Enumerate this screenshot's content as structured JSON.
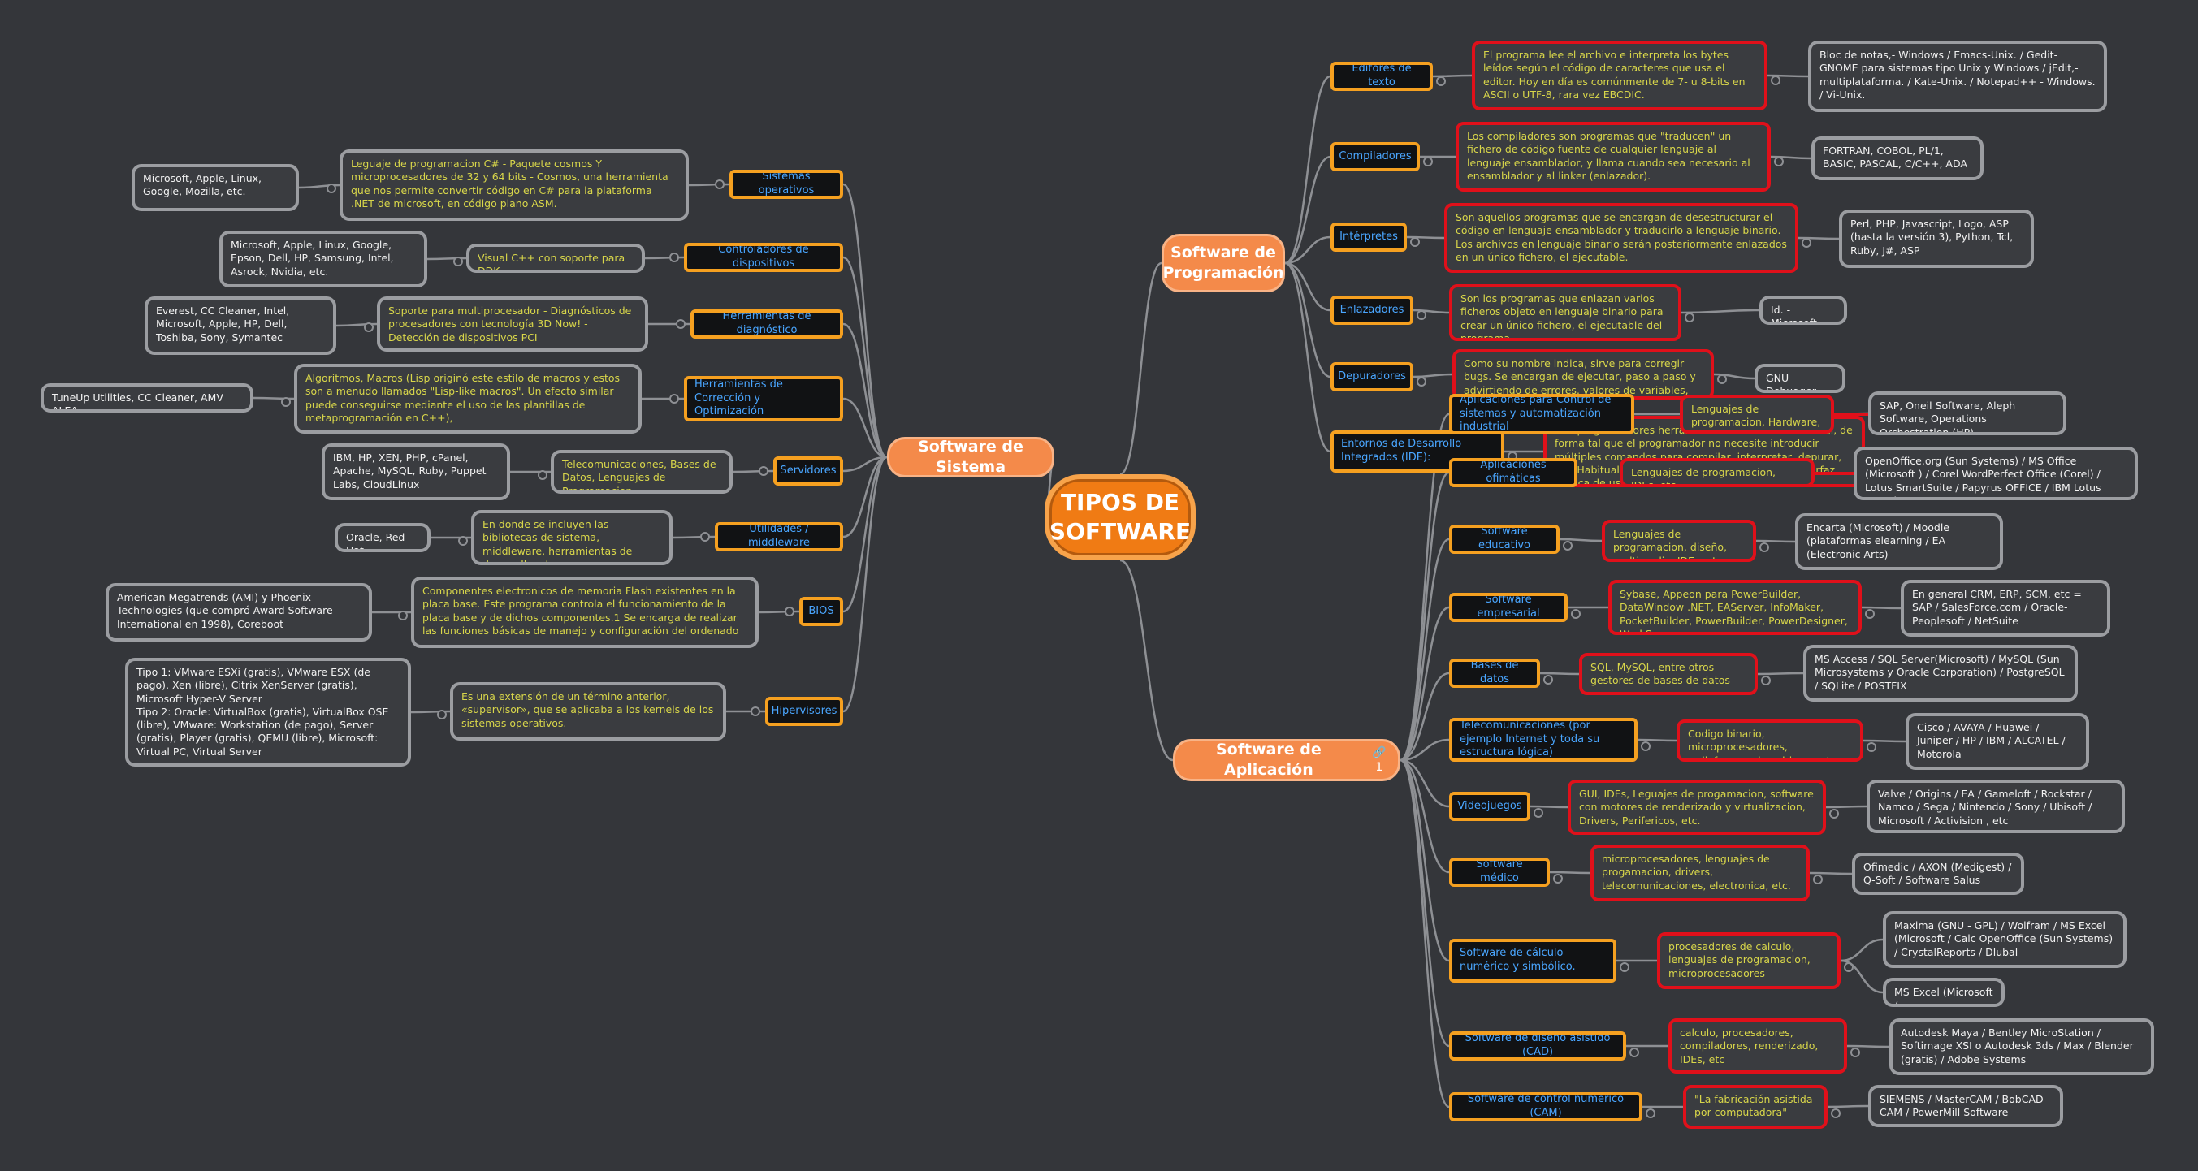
{
  "central": "TIPOS DE SOFTWARE",
  "branches": {
    "programacion": "Software de Programación",
    "sistema": "Software de Sistema",
    "aplicacion": "Software de Aplicación",
    "aplicacion_badge": "🔗 1"
  },
  "sistema": [
    {
      "cat": "Sistemas operativos",
      "desc": "Leguaje de programacion C# - Paquete cosmos  Y microprocesadores de 32 y 64 bits - Cosmos, una herramienta que nos permite convertir código en C# para la plataforma .NET de microsoft, en código plano ASM.",
      "ex": "Microsoft, Apple, Linux, Google, Mozilla, etc."
    },
    {
      "cat": "Controladores de dispositivos",
      "desc": "Visual C++ con soporte para DDK",
      "ex": "Microsoft, Apple, Linux, Google, Epson, Dell, HP, Samsung, Intel, Asrock, Nvidia, etc."
    },
    {
      "cat": "Herramientas de diagnóstico",
      "desc": "Soporte para multiprocesador - Diagnósticos de procesadores con tecnología 3D Now! -Detección de dispositivos PCI",
      "ex": "Everest, CC Cleaner, Intel, Microsoft, Apple, HP, Dell, Toshiba, Sony, Symantec"
    },
    {
      "cat": "Herramientas de Corrección y Optimización",
      "desc": "Algoritmos, Macros (Lisp originó este estilo de macros y estos son a menudo llamados \"Lisp-like macros\". Un efecto similar puede conseguirse mediante el uso de las plantillas de metaprogramación en C++),",
      "ex": "TuneUp Utilities, CC Cleaner,  AMV ALEA"
    },
    {
      "cat": "Servidores",
      "desc": "Telecomunicaciones, Bases de Datos, Lenguajes de Programacion",
      "ex": "IBM, HP, XEN, PHP, cPanel, Apache, MySQL, Ruby, Puppet Labs, CloudLinux"
    },
    {
      "cat": "Utilidades / middleware",
      "desc": "En donde se incluyen las bibliotecas de sistema, middleware, herramientas de desarrollo, etc.",
      "ex": "Oracle, Red Hat"
    },
    {
      "cat": "BIOS",
      "desc": "Componentes electronicos de memoria Flash existentes en la placa base. Este programa controla el funcionamiento de la placa base y de dichos componentes.1 Se encarga de realizar las funciones básicas de manejo y configuración del ordenado",
      "ex": "American Megatrends (AMI) y Phoenix Technologies (que compró Award Software International en 1998), Coreboot"
    },
    {
      "cat": "Hipervisores",
      "desc": "Es una extensión de un término anterior, «supervisor», que se aplicaba a los kernels de los sistemas operativos.",
      "ex": "Tipo 1: VMware ESXi (gratis), VMware ESX (de pago), Xen (libre), Citrix XenServer (gratis), Microsoft Hyper-V Server\nTipo 2: Oracle: VirtualBox (gratis), VirtualBox OSE (libre), VMware: Workstation (de pago), Server (gratis), Player (gratis), QEMU (libre), Microsoft: Virtual PC, Virtual Server"
    }
  ],
  "programacion": [
    {
      "cat": "Editores de texto",
      "desc": "El programa lee el archivo e interpreta los bytes leídos según el código de caracteres que usa el editor. Hoy en día es comúnmente de 7- u 8-bits en ASCII o UTF-8, rara vez EBCDIC.",
      "ex": "Bloc de notas,- Windows / Emacs-Unix. / Gedit-GNOME para sistemas tipo Unix y Windows / jEdit,-multiplataforma. / Kate-Unix. / Notepad++  -  Windows. / Vi-Unix."
    },
    {
      "cat": "Compiladores",
      "desc": "Los compiladores son programas que \"traducen\" un fichero de código fuente de cualquier lenguaje al lenguaje ensamblador, y llama cuando sea necesario al ensamblador y al linker (enlazador).",
      "ex": "FORTRAN, COBOL, PL/1, BASIC, PASCAL, C/C++, ADA"
    },
    {
      "cat": "Intérpretes",
      "desc": "Son aquellos programas que se encargan de desestructurar el código en lenguaje ensamblador y traducirlo a lenguaje binario. Los archivos en lenguaje binario serán posteriormente enlazados en un único fichero, el ejecutable.",
      "ex": "Perl, PHP, Javascript, Logo, ASP (hasta la versión 3), Python, Tcl, Ruby, J#, ASP"
    },
    {
      "cat": "Enlazadores",
      "desc": "Son los programas que enlazan varios ficheros objeto en lenguaje binario para crear un único fichero, el ejecutable del programa.",
      "ex": "Id. - Microsoft"
    },
    {
      "cat": "Depuradores",
      "desc": "Como su nombre indica, sirve para corregir bugs. Se encargan de ejecutar, paso a paso y advirtiendo de errores, valores de variables, etc. un programa.",
      "ex": "GNU Debugger"
    },
    {
      "cat": "Entornos de Desarrollo Integrados (IDE):",
      "desc": "Son programadores herramientas en un entorno visual, de forma tal que el programador no necesite introducir múltiples comandos para compilar, interpretar, depurar, etc. Habitualmente cuentan con una avanzada interfaz gráfica de usuario (GUI).",
      "ex": ""
    }
  ],
  "aplicacion": [
    {
      "cat": "Aplicaciones para Control de sistemas y automatización industrial",
      "desc": "Lenguajes de programacion, Hardware, Redes, IDEs, etc.",
      "ex": "SAP, Oneil Software, Aleph Software, Operations Orchestration (HP)"
    },
    {
      "cat": "Aplicaciones ofimáticas",
      "desc": "Lenguajes de programacion, IDEs, etc",
      "ex": "OpenOffice.org (Sun Systems) / MS Office (Microsoft ) / Corel WordPerfect Office (Corel) /  Lotus SmartSuite / Papyrus OFFICE / IBM Lotus Symphony"
    },
    {
      "cat": "Software educativo",
      "desc": "Lenguajes de programacion, diseño, multimedia, IDEs, etc.",
      "ex": "Encarta (Microsoft) / Moodle (plataformas elearning /  EA (Electronic Arts)"
    },
    {
      "cat": "Software empresarial",
      "desc": "Sybase,  Appeon para PowerBuilder, DataWindow .NET, EAServer,  InfoMaker, PocketBuilder, PowerBuilder, PowerDesigner, WorkSpace",
      "ex": "En general CRM, ERP, SCM, etc = SAP  /  SalesForce.com /  Oracle-Peoplesoft  /  NetSuite"
    },
    {
      "cat": "Bases de datos",
      "desc": "SQL, MySQL,  entre otros gestores de bases de datos",
      "ex": "MS Access  /  SQL Server(Microsoft)  /  MySQL (Sun Microsystems y Oracle  Corporation)  /  PostgreSQL  /  SQLite  /  POSTFIX"
    },
    {
      "cat": "Telecomunicaciones (por ejemplo Internet y toda su estructura lógica)",
      "desc": "Codigo binario, microprocesadores, radiofrecuencias, drivers, etc.",
      "ex": "Cisco / AVAYA /  Huawei  /  Juniper  /  HP  /  IBM  /  ALCATEL  /  Motorola"
    },
    {
      "cat": "Videojuegos",
      "desc": "GUI, IDEs, Leguajes de progamacion, software con motores de renderizado y virtualizacion, Drivers, Perifericos, etc.",
      "ex": "Valve  /  Origins  /  EA  /  Gameloft  /  Rockstar  /  Namco  /  Sega / Nintendo /  Sony  / Ubisoft  /  Microsoft  /  Activision ,  etc"
    },
    {
      "cat": "Software médico",
      "desc": "microprocesadores, lenguajes de progamacion, drivers, telecomunicaciones, electronica, etc.",
      "ex": "Ofimedic  /   AXON (Medigest)  /  Q-Soft  /  Software Salus"
    },
    {
      "cat": "Software de cálculo numérico y simbólico.",
      "desc": "procesadores de calculo, lenguajes de programacion, microprocesadores",
      "ex": "Maxima (GNU - GPL)  /  Wolfram  /  MS Excel (Microsoft  /   Calc OpenOffice (Sun Systems)  /  CrystalReports  /  Dlubal",
      "ex2": "MS Excel (Microsoft  /"
    },
    {
      "cat": "Software de diseño asistido (CAD)",
      "desc": "calculo, procesadores, compiladores, renderizado, IDEs, etc",
      "ex": "Autodesk Maya /  Bentley MicroStation  /  Softimage XSI o Autodesk 3ds  /  Max  /  Blender (gratis)  /  Adobe Systems"
    },
    {
      "cat": "Software de control numérico (CAM)",
      "desc": "\"La fabricación asistida por computadora\"",
      "ex": "SIEMENS  /    MasterCAM  /  BobCAD - CAM  /  PowerMill Software"
    }
  ],
  "colors": {
    "background": "#34363a",
    "central": "#f07b14",
    "main": "#f48a4a",
    "category_border": "#f5a020",
    "category_text": "#4aa6ff",
    "desc_text": "#d8d64a",
    "red_border": "#e0101a"
  }
}
